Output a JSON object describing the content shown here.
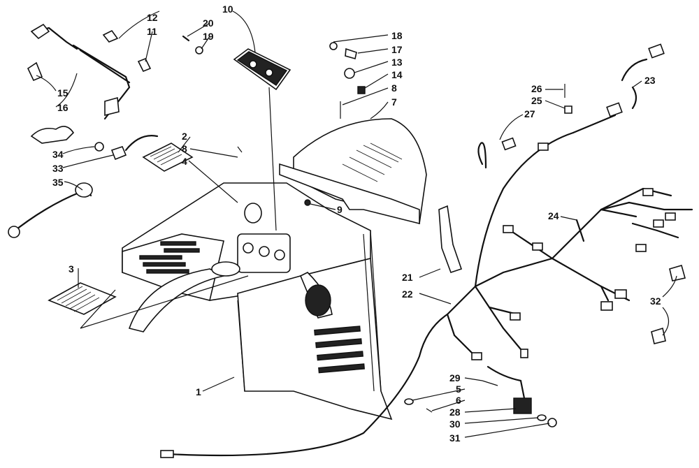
{
  "callouts": {
    "c1": "1",
    "c2": "2",
    "c3": "3",
    "c4": "4",
    "c5": "5",
    "c6": "6",
    "c7": "7",
    "c8a": "8",
    "c8b": "8",
    "c9": "9",
    "c10": "10",
    "c11": "11",
    "c12": "12",
    "c13": "13",
    "c14": "14",
    "c15": "15",
    "c16": "16",
    "c17": "17",
    "c18": "18",
    "c19": "19",
    "c20": "20",
    "c21": "21",
    "c22": "22",
    "c23": "23",
    "c24": "24",
    "c25": "25",
    "c26": "26",
    "c27": "27",
    "c28": "28",
    "c29": "29",
    "c30": "30",
    "c31": "31",
    "c32": "32",
    "c33": "33",
    "c34": "34",
    "c35": "35"
  }
}
